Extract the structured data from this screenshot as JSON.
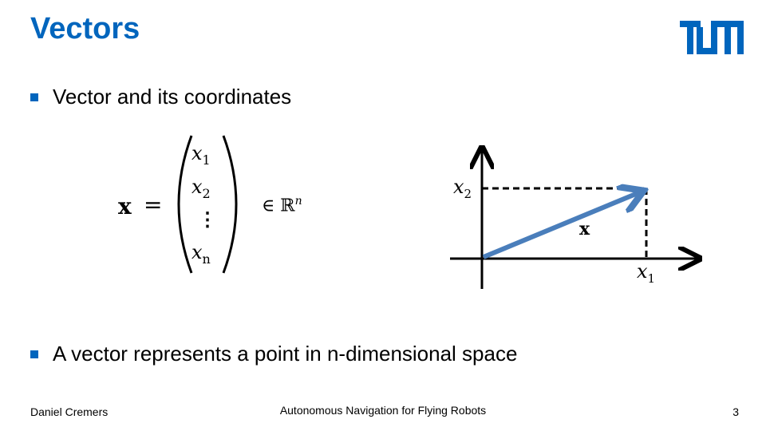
{
  "slide": {
    "title": "Vectors"
  },
  "bullets": [
    "Vector and its coordinates",
    "A vector represents a point in n-dimensional space"
  ],
  "equation": {
    "lhs": "x",
    "equals": "=",
    "entries": [
      "x1",
      "x2",
      "⋮",
      "xn"
    ],
    "membership": "∈ ℝn"
  },
  "diagram": {
    "label_x1": "x1",
    "label_x2": "x2",
    "label_vector": "x"
  },
  "footer": {
    "author": "Daniel Cremers",
    "course": "Autonomous Navigation for Flying Robots",
    "page_number": "3"
  },
  "colors": {
    "accent": "#0065bd",
    "arrow": "#4a7ebb"
  },
  "icons": {
    "logo": "tum-logo",
    "bullet": "square-bullet"
  }
}
